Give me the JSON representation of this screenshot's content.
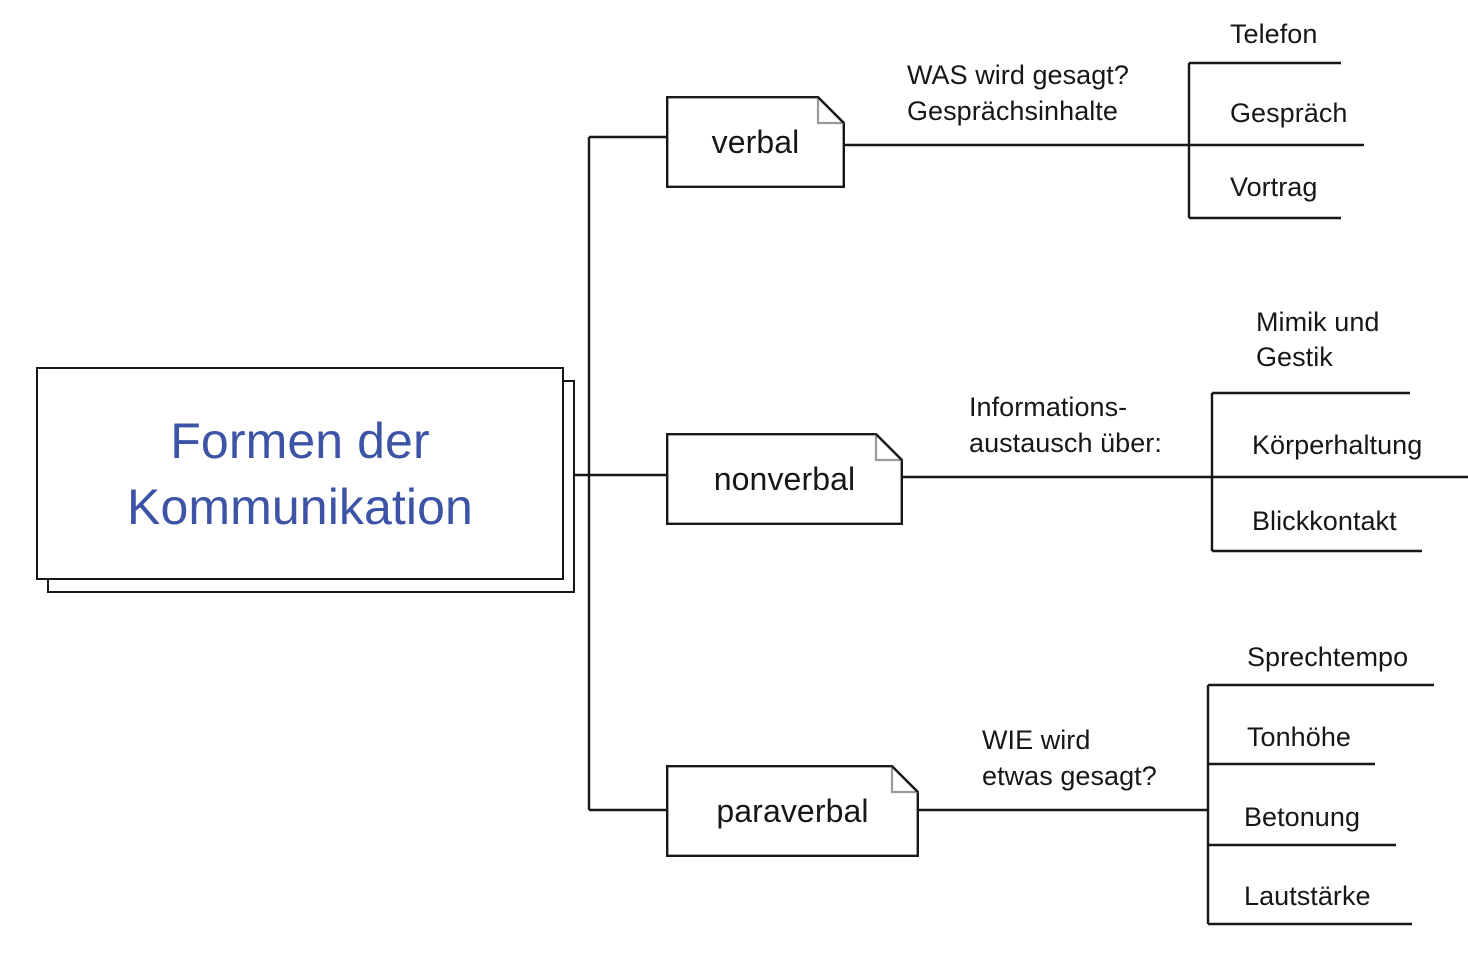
{
  "diagram": {
    "title": "Formen der Kommunikation",
    "root": {
      "label": "Formen der\nKommunikation",
      "color": "#3d54a6"
    },
    "line_color": "#17171b",
    "background": "#ffffff",
    "branches": [
      {
        "node_label": "verbal",
        "mid_label": "WAS wird gesagt?\nGesprächsinhalte",
        "leaves": [
          "Telefon",
          "Gespräch",
          "Vortrag"
        ]
      },
      {
        "node_label": "nonverbal",
        "mid_label": "Informations-\naustausch über:",
        "leaves": [
          "Mimik und\nGestik",
          "Körperhaltung",
          "Blickkontakt"
        ]
      },
      {
        "node_label": "paraverbal",
        "mid_label": "WIE wird\netwas gesagt?",
        "leaves": [
          "Sprechtempo",
          "Tonhöhe",
          "Betonung",
          "Lautstärke"
        ]
      }
    ]
  }
}
